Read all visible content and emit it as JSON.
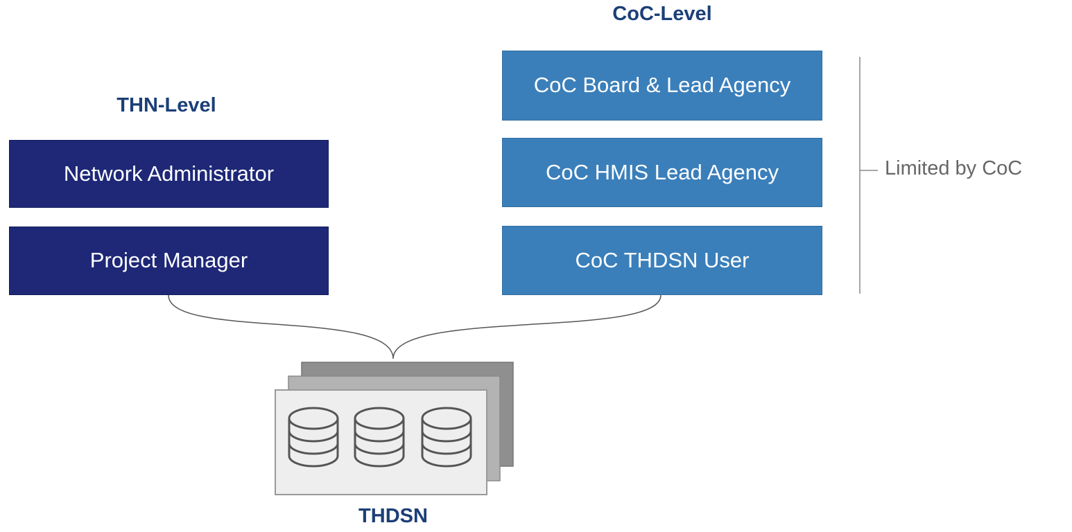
{
  "headings": {
    "thn_level": "THN-Level",
    "coc_level": "CoC-Level",
    "thdsn": "THDSN"
  },
  "thn_roles": [
    {
      "label": "Network Administrator"
    },
    {
      "label": "Project Manager"
    }
  ],
  "coc_roles": [
    {
      "label": "CoC Board & Lead Agency"
    },
    {
      "label": "CoC HMIS Lead Agency"
    },
    {
      "label": "CoC THDSN User"
    }
  ],
  "bracket": {
    "label": "Limited by CoC"
  },
  "colors": {
    "thn_box": "#1e2877",
    "coc_box": "#3a7fba",
    "heading": "#1b3f77",
    "connector": "#555555",
    "bracket": "#888888",
    "db_stack_back": "#8f8f8f",
    "db_stack_mid": "#b3b3b3",
    "db_stack_front": "#eeeeee",
    "db_icon_stroke": "#555555"
  },
  "icons": {
    "thdsn": "database-stack-icon"
  }
}
